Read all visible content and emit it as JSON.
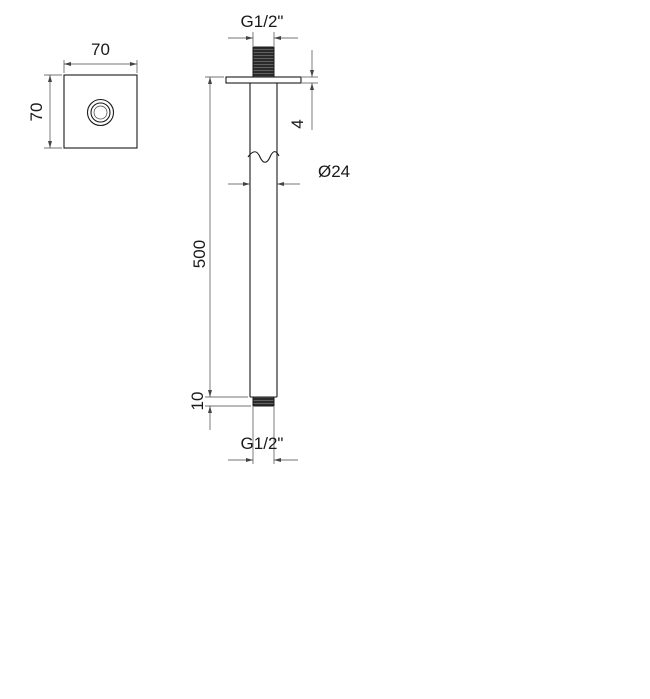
{
  "top_view": {
    "width_label": "70",
    "height_label": "70"
  },
  "side_view": {
    "thread_top_label": "G1/2\"",
    "thread_bottom_label": "G1/2\"",
    "flange_thickness_label": "4",
    "diameter_label": "Ø24",
    "length_label": "500",
    "bottom_thread_length_label": "10"
  },
  "colors": {
    "line": "#1a1a1a",
    "dimension": "#444444",
    "thread_fill": "#2a2a2a"
  }
}
